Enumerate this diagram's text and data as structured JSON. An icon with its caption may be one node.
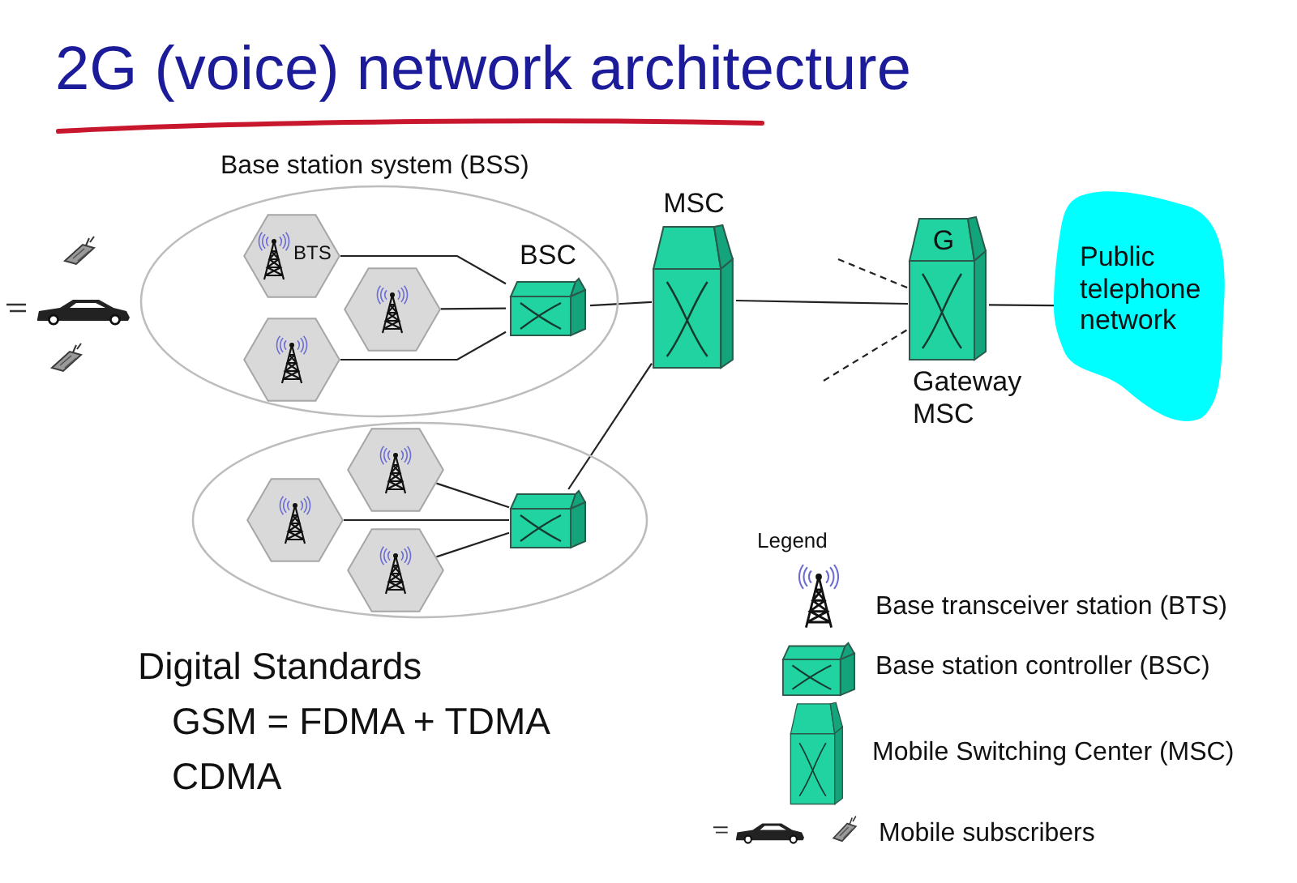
{
  "diagram": {
    "title": "2G (voice) network architecture",
    "nodes": [
      {
        "text": [],
        "shape": "picture"
      },
      {
        "text": [],
        "shape": "picture"
      },
      {
        "text": [],
        "shape": "picture"
      },
      {
        "text": [
          "Base station system (BSS)"
        ]
      },
      {
        "text": [
          "BTS"
        ],
        "in": 3
      },
      {
        "text": [],
        "shape": "hexagon",
        "in": 3
      },
      {
        "text": [],
        "shape": "hexagon",
        "in": 3
      },
      {
        "text": [
          "BSC"
        ],
        "in": 3
      },
      {
        "text": [
          "MSC"
        ]
      },
      {
        "text": [
          "G"
        ],
        "beside": [
          "Gateway MSC"
        ]
      },
      {
        "text": [
          "Public telephone network"
        ]
      },
      {
        "text": [],
        "shape": "ellipse"
      },
      {
        "text": [],
        "shape": "hexagon",
        "in": 11
      },
      {
        "text": [],
        "shape": "hexagon",
        "in": 11
      },
      {
        "text": [],
        "shape": "hexagon",
        "in": 11
      },
      {
        "text": [],
        "shape": "house",
        "in": 11
      }
    ],
    "edges": [
      {
        "from": 4,
        "to": 7,
        "arrow": "none"
      },
      {
        "from": 5,
        "to": 7,
        "arrow": "none"
      },
      {
        "from": 6,
        "to": 7,
        "arrow": "none"
      },
      {
        "from": 7,
        "to": 8,
        "arrow": "none"
      },
      {
        "from": 12,
        "to": 15,
        "arrow": "none"
      },
      {
        "from": 13,
        "to": 15,
        "arrow": "none"
      },
      {
        "from": 14,
        "to": 15,
        "arrow": "none"
      },
      {
        "from": 15,
        "to": 8,
        "arrow": "none"
      },
      {
        "from": 8,
        "to": 9,
        "arrow": "none"
      },
      {
        "from": null,
        "to": 9,
        "arrow": "none",
        "style": "dashed"
      },
      {
        "from": null,
        "to": 9,
        "arrow": "none",
        "style": "dashed"
      },
      {
        "from": 9,
        "to": 10,
        "arrow": "none"
      }
    ],
    "labels": [
      "Legend",
      "Digital Standards",
      "GSM = FDMA + TDMA",
      "CDMA"
    ],
    "legend": [
      {
        "text": "Base transceiver station (BTS)"
      },
      {
        "text": "Base station controller (BSC)"
      },
      {
        "text": "Mobile Switching Center (MSC)"
      },
      {
        "text": "Mobile subscribers"
      }
    ]
  }
}
